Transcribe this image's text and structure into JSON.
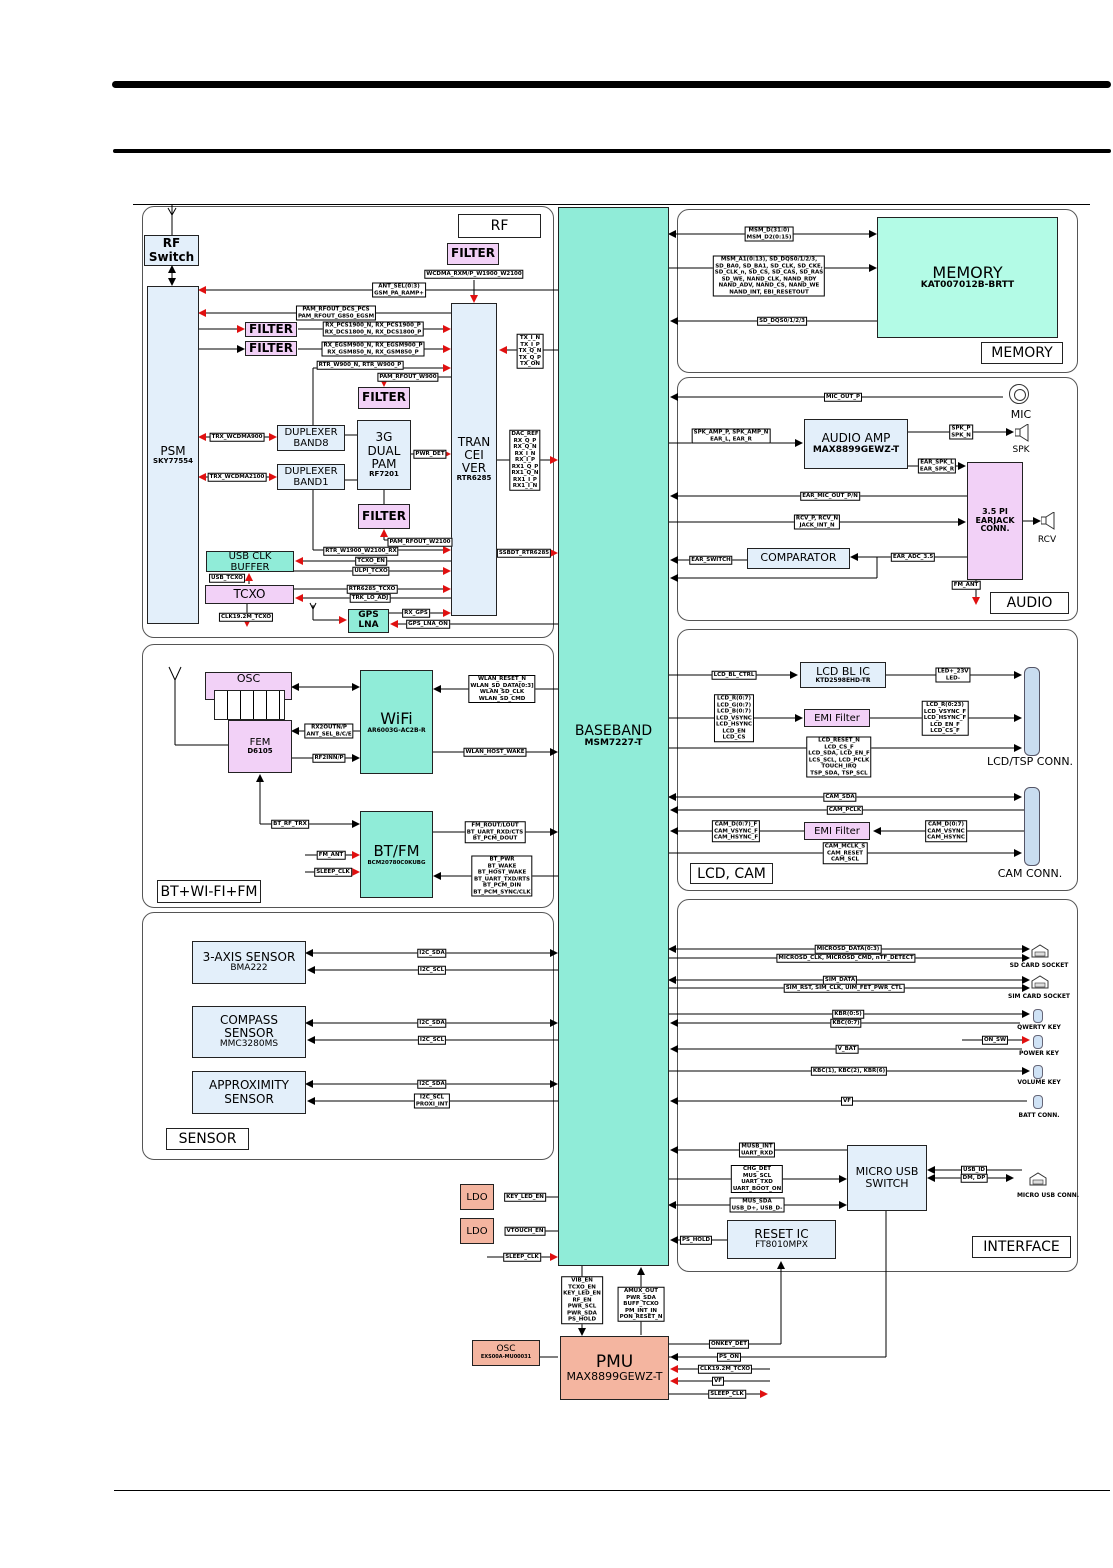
{
  "page": {
    "sections": {
      "rf": "RF",
      "memory": "MEMORY",
      "audio": "AUDIO",
      "btwifi": "BT+WI-FI+FM",
      "lcdcam": "LCD, CAM",
      "sensor": "SENSOR",
      "interface": "INTERFACE"
    }
  },
  "rf": {
    "rf_switch": "RF\nSwitch",
    "psm": {
      "name": "PSM",
      "part": "SKY77554"
    },
    "filter": "FILTER",
    "duplexer_band8": "DUPLEXER\nBAND8",
    "duplexer_band1": "DUPLEXER\nBAND1",
    "pam": {
      "name": "3G\nDUAL\nPAM",
      "part": "RF7201"
    },
    "transceiver": {
      "name": "TRAN\nCEI\nVER",
      "part": "RTR6285"
    },
    "usb_clk_buffer": "USB CLK\nBUFFER",
    "tcxo": "TCXO",
    "gps_lna": "GPS\nLNA",
    "signals": {
      "wcdma_rxm": "WCDMA_RXM/P_W1900_W2100",
      "ant_sel": "ANT_SEL(0:3)\nGSM_PA_RAMP+",
      "pam_rfout_dcs": "PAM_RFOUT_DCS_PCS\nPAM_RFOUT_G850_EGSM",
      "rx_pcs": "RX_PCS1900_N, RX_PCS1900_P\nRX_DCS1800_N, RX_DCS1800_P",
      "rx_egsm": "RX_EGSM900_N, RX_EGSM900_P\nRX_GSM850_N, RX_GSM850_P",
      "rtr_w900": "RTR_W900_N, RTR_W900_P",
      "pam_rfout_w900": "PAM_RFOUT_W900",
      "trx_wcdma900": "TRX_WCDMA900",
      "trx_wcdma2100": "TRX_WCDMA2100",
      "pwr_det": "PWR_DET",
      "pam_rfout_w2100": "PAM_RFOUT_W2100",
      "rtr_w1900": "RTR_W1900_W2100_RX",
      "tcxo_en": "TCXO_EN",
      "ulpi_tcxo": "ULPI_TCXO",
      "usb_tcxo": "USB_TCXO",
      "rtr_tcxo": "RTR6285_TCXO",
      "trk_lo_adj": "TRK_LO_ADJ",
      "clk_tcxo": "CLK19.2M_TCXO",
      "rx_gps": "RX_GPS",
      "gps_lna_on": "GPS_LNA_ON",
      "tx_bus": "TX_I_N\nTX_I_P\nTX_Q_N\nTX_Q_P\nTX_ON",
      "rx_bus": "DAC_REF\nRX_Q_P\nRX_Q_N\nRX_I_N\nRX_I_P\nRX1_Q_P\nRX1_Q_N\nRX1_I_P\nRX1_I_N",
      "ssbi": "SSBDT_RTR6285"
    }
  },
  "baseband": {
    "name": "BASEBAND",
    "part": "MSM7227-T"
  },
  "memory": {
    "name": "MEMORY",
    "part": "KAT007012B-BRTT",
    "signals": {
      "data": "MSM_D(31:0)\nMSM_D2(0:15)",
      "addr": "MSM_A1(0:13), SD_DQS0/1/2/3,\nSD_BA0, SD_BA1, SD_CLK, SD_CKE,\nSD_CLK_n, SD_CS, SD_CAS, SD_RAS\nSD_WE, NAND_CLK, NAND_RDY\nNAND_ADV, NAND_CS, NAND_WE\nNAND_INT, EBI_RESETOUT",
      "dqs": "SD_DQS0/1/2/3"
    }
  },
  "audio": {
    "amp": {
      "name": "AUDIO AMP",
      "part": "MAX8899GEWZ-T"
    },
    "earjack": "3.5 PI\nEARJACK\nCONN.",
    "comparator": "COMPARATOR",
    "mic": "MIC",
    "spk": "SPK",
    "rcv": "RCV",
    "signals": {
      "mic_out": "MIC_OUT_P",
      "spk_amp": "SPK_AMP_P, SPK_AMP_N\nEAR_L, EAR_R",
      "spk_pn": "SPK_P\nSPK_N",
      "ear_spk": "EAR_SPK_L\nEAR_SPK_R",
      "ear_mic": "EAR_MIC_OUT_P/N",
      "rcv": "RCV_P, RCV_N\nJACK_INT_N",
      "ear_switch": "EAR_SWITCH",
      "ear_adc": "EAR_ADC_3.5",
      "fm_ant": "FM_ANT"
    }
  },
  "btwifi": {
    "osc": "OSC",
    "fem": {
      "name": "FEM",
      "part": "D6105"
    },
    "wifi": {
      "name": "WiFi",
      "part": "AR6003G-AC2B-R"
    },
    "btfm": {
      "name": "BT/FM",
      "part": "BCM20780C0KUBG"
    },
    "signals": {
      "wlan_ctrl": "WLAN_RESET_N\nWLAN_SD_DATA[0:3]\nWLAN_SD_CLK\nWLAN_SD_CMD",
      "rx2out": "RX2OUTN/P\nANT_SEL_B/C/E",
      "rf2inn": "RF2INN/P",
      "wlan_wake": "WLAN_HOST_WAKE",
      "bt_rf": "BT_RF_TRX",
      "fm_rout": "FM_ROUT/LOUT\nBT_UART_RXD/CTS\nBT_PCM_DOUT",
      "fm_ant": "FM_ANT",
      "sleep_clk": "SLEEP_CLK",
      "bt_ctrl": "BT_PWR\nBT_WAKE\nBT_HOST_WAKE\nBT_UART_TXD/RTS\nBT_PCM_DIN\nBT_PCM_SYNC/CLK"
    }
  },
  "lcdcam": {
    "lcd_bl": {
      "name": "LCD BL IC",
      "part": "KTD2598EHD-TR"
    },
    "emi": "EMI Filter",
    "lcd_conn": "LCD/TSP CONN.",
    "cam_conn": "CAM CONN.",
    "signals": {
      "bl_ctrl": "LCD_BL_CTRL",
      "led": "LED+_23V\nLED-",
      "lcd_rgb": "LCD_R(0:7)\nLCD_G(0:7)\nLCD_B(0:7)\nLCD_VSYNC\nLCD_HSYNC\nLCD_EN\nLCD_CS",
      "lcd_f": "LCD_R(0:23)\nLCD_VSYNC_F\nLCD_HSYNC_F\nLCD_EN_F\nLCD_CS_F",
      "lcd_misc": "LCD_RESET_N\nLCD_CS_F\nLCD_SDA, LCD_EN_F\nLCS_SCL, LCD_PCLK\nTOUCH_IRQ\nTSP_SDA, TSP_SCL",
      "cam_sda": "CAM_SDA",
      "cam_pclk": "CAM_PCLK",
      "cam_f": "CAM_D(0:7)_F\nCAM_VSYNC_F\nCAM_HSYNC_F",
      "cam_d": "CAM_D(0:7)\nCAM_VSYNC\nCAM_HSYNC",
      "cam_mclk": "CAM_MCLK_S\nCAM_RESET\nCAM_SCL"
    }
  },
  "sensor": {
    "axis": {
      "name": "3-AXIS SENSOR",
      "part": "BMA222"
    },
    "compass": {
      "name": "COMPASS\nSENSOR",
      "part": "MMC3280MS"
    },
    "prox": {
      "name": "APPROXIMITY\nSENSOR"
    },
    "signals": {
      "sda": "I2C_SDA",
      "scl": "I2C_SCL",
      "scl_prox": "I2C_SCL\nPROXI_INT"
    }
  },
  "interface": {
    "musb": "MICRO USB\nSWITCH",
    "reset": {
      "name": "RESET IC",
      "part": "FT8010MPX"
    },
    "sd_socket": "SD CARD SOCKET",
    "sim_socket": "SIM CARD SOCKET",
    "qwerty": "QWERTY KEY",
    "power": "POWER KEY",
    "volume": "VOLUME KEY",
    "batt": "BATT CONN.",
    "usb_conn": "MICRO USB CONN.",
    "signals": {
      "sd_data": "MICROSD_DATA(0:3)",
      "sd_clk": "MICROSD_CLK, MICROSD_CMD, nTF_DETECT",
      "sim_data": "SIM_DATA",
      "sim_rst": "SIM_RST, SIM_CLK, UIM_FET_PWR_CTL",
      "kbr": "KBR(0:5)",
      "kbc": "KBC(0:7)",
      "on_sw": "ON_SW",
      "vbat": "V_BAT",
      "vol": "KBC(1), KBC(2), KBR(6)",
      "vf": "VF",
      "musb_int": "MUSB_INT\nUART_RXD",
      "chg": "CHG_DET\nMUS_SCL\nUART_TXD\nUART_BOOT_ON",
      "mus_sda": "MUS_SDA\nUSB_D+, USB_D-",
      "usb_id": "USB_ID",
      "dm_dp": "DM, DP",
      "ps_hold": "PS_HOLD"
    }
  },
  "power": {
    "ldo": "LDO",
    "pmu": {
      "name": "PMU",
      "part": "MAX8899GEWZ-T"
    },
    "osc": {
      "name": "OSC",
      "part": "EXS00A-MU00031"
    },
    "signals": {
      "key_led": "KEY_LED_EN",
      "vtouch": "VTOUCH_EN",
      "sleep_clk": "SLEEP_CLK",
      "pmu_in": "VIB_EN\nTCXO_EN\nKEY_LED_EN\nRF_EN\nPWR_SCL\nPWR_SDA\nPS_HOLD",
      "pmu_out": "AMUX_OUT\nPWR_SDA\nBUFF_TCXO\nPM_INT_IN\nPON_RESET_N",
      "onkey": "ONKEY_DET",
      "ps_on": "PS_ON",
      "clk": "CLK19.2M_TCXO",
      "vf": "VF",
      "sleep_out": "SLEEP_CLK"
    }
  }
}
